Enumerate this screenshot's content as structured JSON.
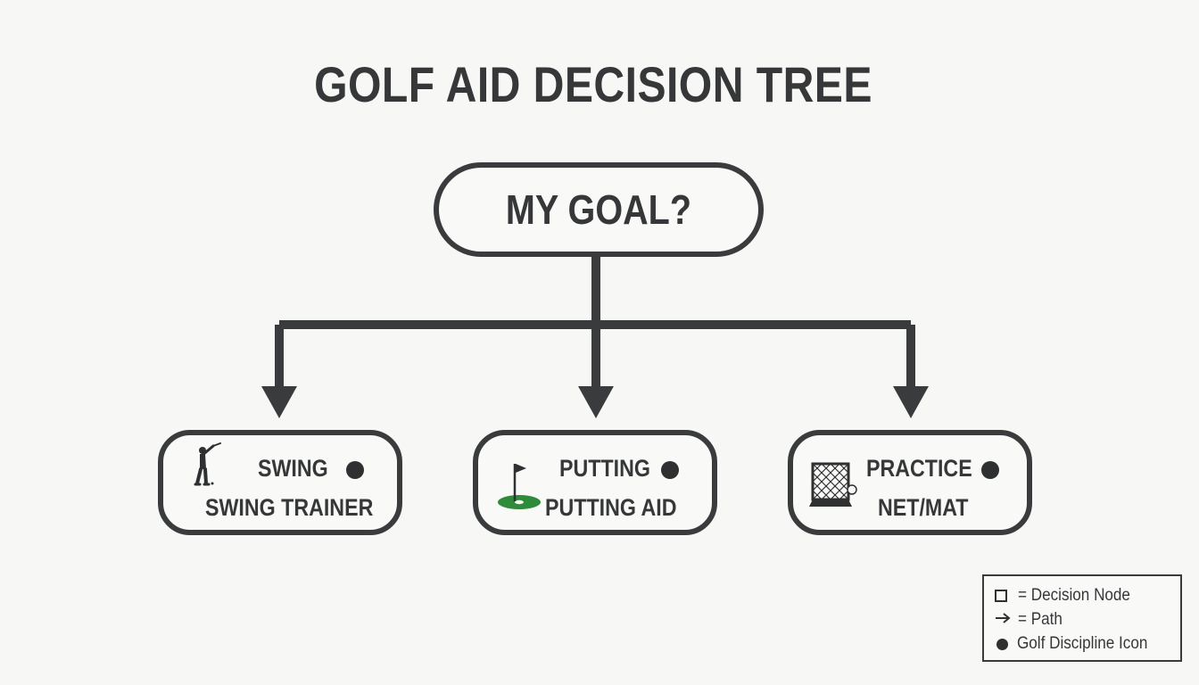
{
  "title": "GOLF AID DECISION TREE",
  "root": {
    "label": "MY GOAL?"
  },
  "branches": [
    {
      "label": "SWING",
      "result": "SWING TRAINER",
      "icon": "golfer-swing-icon"
    },
    {
      "label": "PUTTING",
      "result": "PUTTING AID",
      "icon": "putting-green-flag-icon"
    },
    {
      "label": "PRACTICE",
      "result": "NET/MAT",
      "icon": "practice-net-icon"
    }
  ],
  "legend": {
    "items": [
      {
        "symbol": "square",
        "text": "= Decision Node"
      },
      {
        "symbol": "arrow",
        "text": "= Path"
      },
      {
        "symbol": "dot",
        "text": "Golf Discipline Icon"
      }
    ]
  },
  "colors": {
    "background": "#f7f7f6",
    "ink": "#3a3b3c",
    "green": "#2e8b3a"
  }
}
